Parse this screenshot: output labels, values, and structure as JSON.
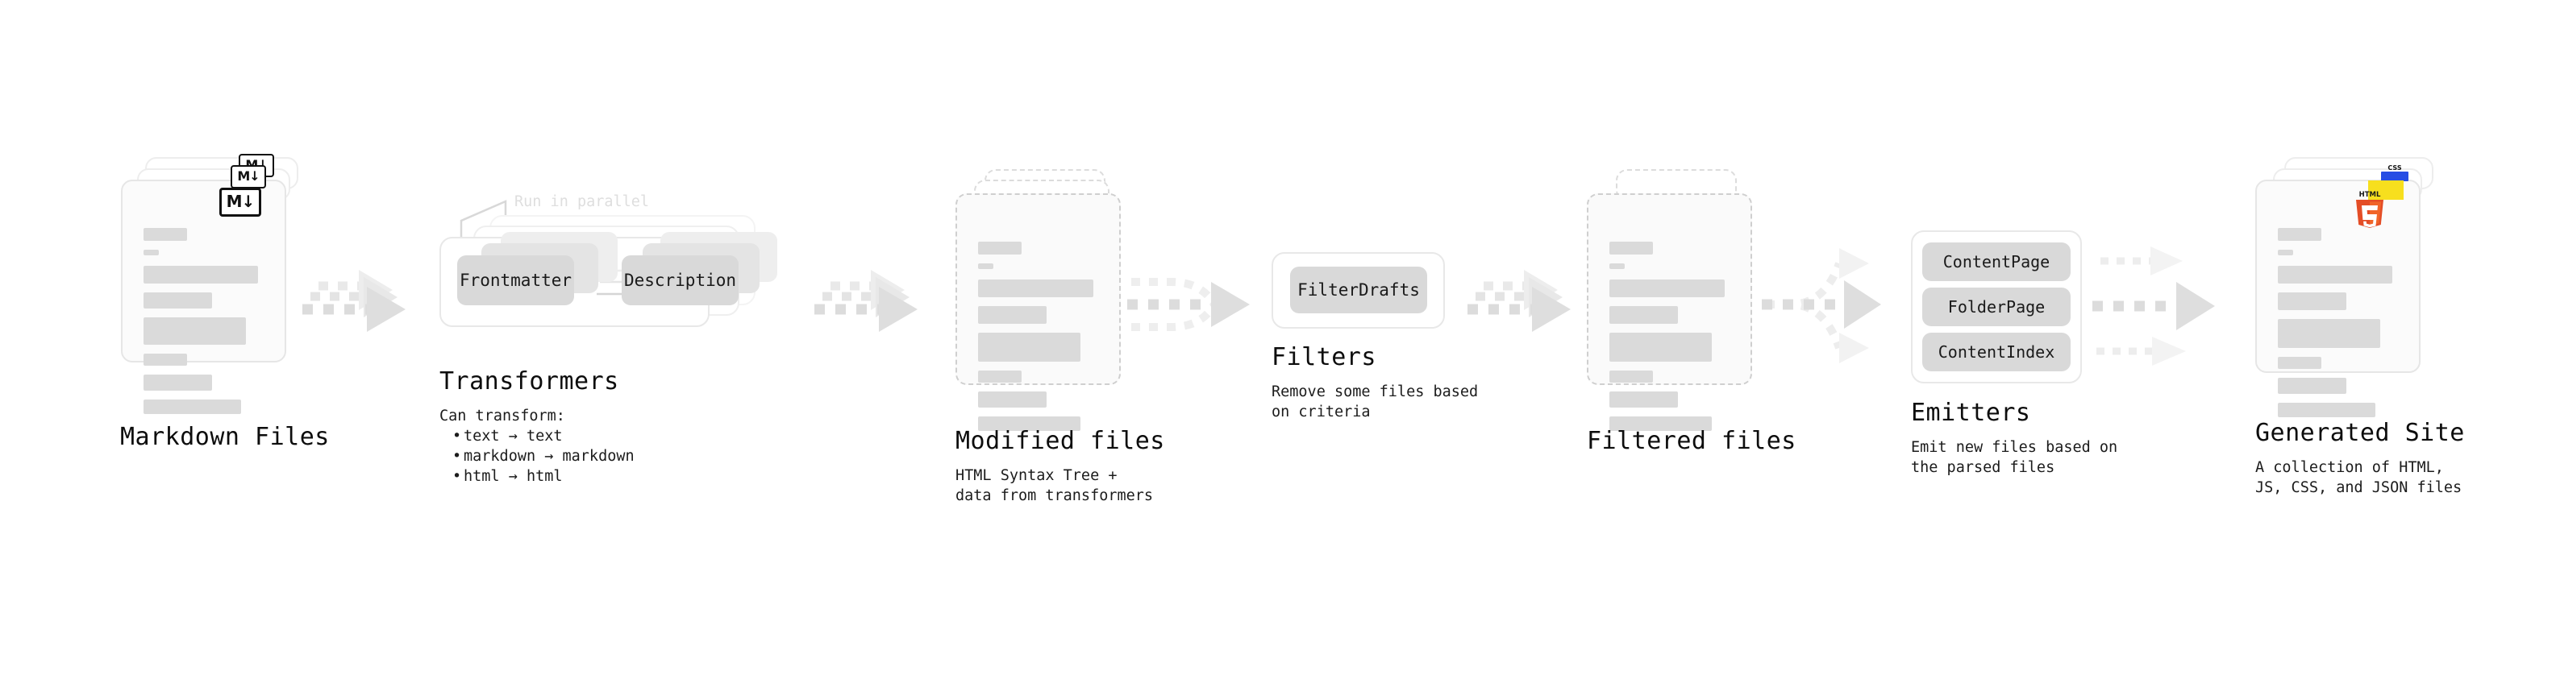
{
  "diagram": {
    "title": "Quartz static site generation pipeline",
    "palette": {
      "background": "#ffffff",
      "placeholder_line": "#dadada",
      "card_border": "#e6e6e6",
      "dashed_border": "#cfcfcf",
      "pill_fill": "#d9d9d9",
      "arrow": "#d7d7d7",
      "muted_text": "#dedede",
      "html5_orange": "#e44d26",
      "css_blue": "#264de4",
      "js_yellow": "#f7df1e"
    }
  },
  "stages": [
    {
      "id": "markdown-files",
      "title": "Markdown Files",
      "subtitle": "",
      "badge": "markdown-icon",
      "badge_text": "M↓"
    },
    {
      "id": "transformers",
      "title": "Transformers",
      "subtitle": "Can transform:",
      "bullets": [
        "text → text",
        "markdown → markdown",
        "html → html"
      ],
      "annotation": "Run in parallel",
      "pills": [
        "Frontmatter",
        "Description"
      ]
    },
    {
      "id": "modified-files",
      "title": "Modified files",
      "subtitle": "HTML Syntax Tree +\ndata from transformers"
    },
    {
      "id": "filters",
      "title": "Filters",
      "subtitle": "Remove some files based\non criteria",
      "pills": [
        "FilterDrafts"
      ]
    },
    {
      "id": "filtered-files",
      "title": "Filtered files",
      "subtitle": ""
    },
    {
      "id": "emitters",
      "title": "Emitters",
      "subtitle": "Emit new files based on\nthe parsed files",
      "pills": [
        "ContentPage",
        "FolderPage",
        "ContentIndex"
      ]
    },
    {
      "id": "generated-site",
      "title": "Generated Site",
      "subtitle": "A collection of HTML,\nJS, CSS, and JSON files",
      "badges": [
        "html5-icon",
        "js-icon",
        "css-icon"
      ],
      "badge_text": "HTML\n5"
    }
  ],
  "labels": {
    "markdown_files": "Markdown Files",
    "transformers": "Transformers",
    "transformers_sub": "Can transform:",
    "transformers_b1": "text → text",
    "transformers_b2": "markdown → markdown",
    "transformers_b3": "html → html",
    "run_in_parallel": "Run in parallel",
    "pill_frontmatter": "Frontmatter",
    "pill_description": "Description",
    "modified_files": "Modified files",
    "modified_files_sub": "HTML Syntax Tree +\ndata from transformers",
    "filters": "Filters",
    "filters_sub": "Remove some files based\non criteria",
    "pill_filterdrafts": "FilterDrafts",
    "filtered_files": "Filtered files",
    "emitters": "Emitters",
    "emitters_sub": "Emit new files based on\nthe parsed files",
    "pill_contentpage": "ContentPage",
    "pill_folderpage": "FolderPage",
    "pill_contentindex": "ContentIndex",
    "generated_site": "Generated Site",
    "generated_site_sub": "A collection of HTML,\nJS, CSS, and JSON files",
    "md_badge": "M↓",
    "html5_badge_word": "HTML",
    "html5_badge_num": "5",
    "css_badge_word": "CSS"
  }
}
